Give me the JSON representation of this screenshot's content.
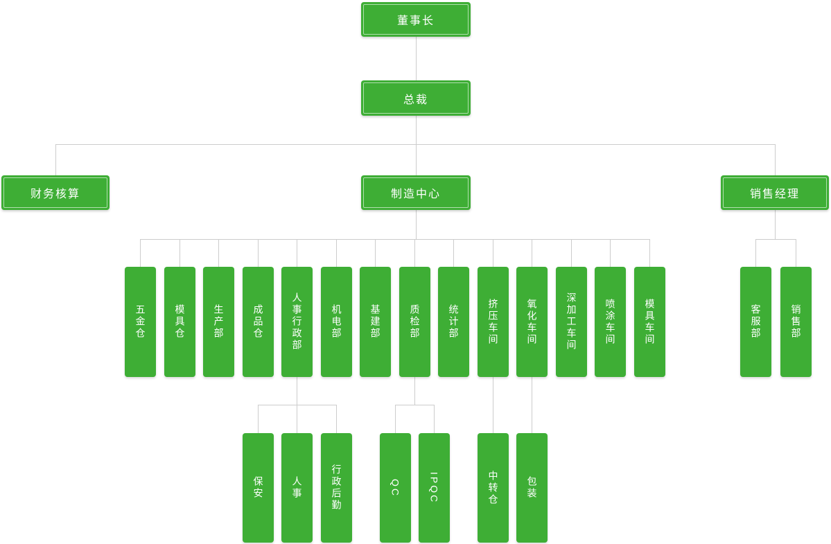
{
  "colors": {
    "box-green": "#3eae35",
    "line-gray": "#cccccc",
    "box-text": "#ffffff",
    "canvas-bg": "#ffffff"
  },
  "nodes": {
    "chairman": "董事长",
    "president": "总裁",
    "finance_accounting": "财务核算",
    "manufacturing_center": "制造中心",
    "sales_manager": "销售经理",
    "hardware_warehouse": "五金仓",
    "mold_warehouse": "模具仓",
    "production_dept": "生产部",
    "finished_goods_warehouse": "成品仓",
    "hr_admin_dept": "人事行政部",
    "mechatronics_dept": "机电部",
    "infrastructure_dept": "基建部",
    "quality_inspection_dept": "质检部",
    "statistics_dept": "统计部",
    "extrusion_workshop": "挤压车间",
    "oxidation_workshop": "氧化车间",
    "deep_processing_workshop": "深加工车间",
    "spray_coating_workshop": "喷涂车间",
    "mold_workshop": "模具车间",
    "customer_service_dept": "客服部",
    "sales_dept": "销售部",
    "security": "保安",
    "hr": "人事",
    "admin_logistics": "行政后勤",
    "qc": "QC",
    "ipqc": "IPQC",
    "transfer_warehouse": "中转仓",
    "packaging": "包装"
  }
}
